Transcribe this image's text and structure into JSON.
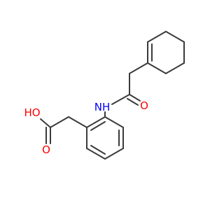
{
  "colors": {
    "background": "#ffffff",
    "bond": "#3a3a3a",
    "oxygen": "#ff0000",
    "nitrogen": "#0000ff"
  },
  "labels": {
    "nh": "NH",
    "amide_o": "O",
    "acid_oh": "HO",
    "acid_o": "O"
  }
}
